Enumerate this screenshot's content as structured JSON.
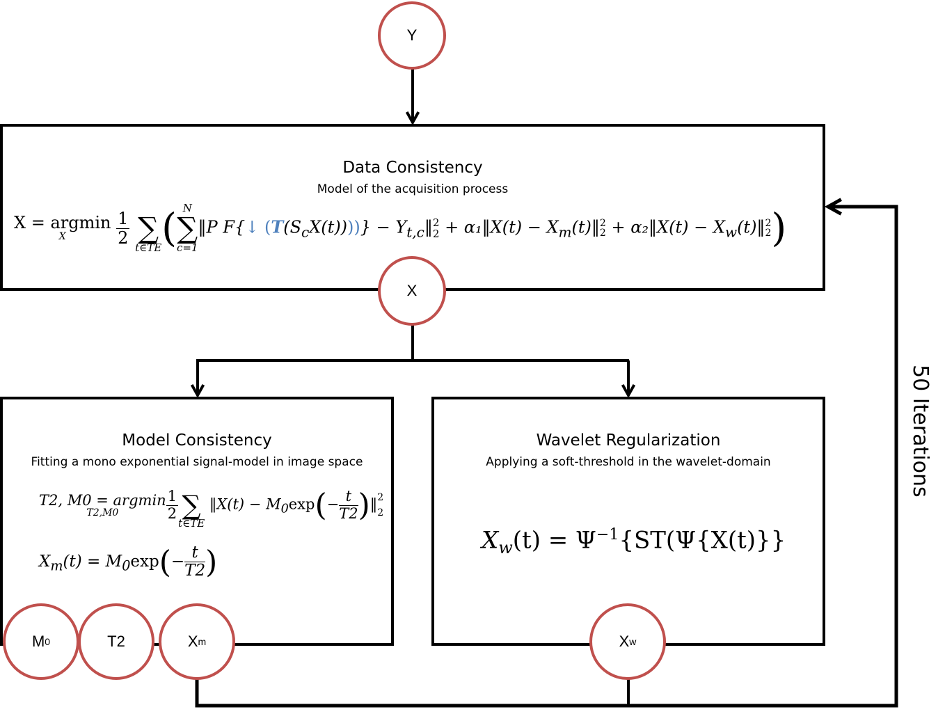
{
  "nodes": {
    "y": "Y",
    "x": "X",
    "m0": {
      "base": "M",
      "sub": "0"
    },
    "t2": "T2",
    "xm": {
      "base": "X",
      "sub": "m"
    },
    "xw": {
      "base": "X",
      "sub": "w"
    }
  },
  "data_consistency": {
    "title": "Data Consistency",
    "subtitle": "Model of the acquisition process",
    "equation": {
      "lhs": "X = argmin",
      "argmin_sub": "X",
      "half_num": "1",
      "half_den": "2",
      "outer_sum_sub": "t∈TE",
      "inner_sum_sup": "N",
      "inner_sum_sub": "c=1",
      "term1_prefix": "‖P F{",
      "term1_blue_arrow": "↓ (",
      "term1_blue_T": "T",
      "term1_inner": "(S",
      "term1_inner_sub": "c",
      "term1_inner_rest": "X(t))",
      "term1_blue_close": "))",
      "term1_suffix": "} − Y",
      "term1_suffix_sub": "t,c",
      "term1_norm": "‖",
      "term1_norm_sup": "2",
      "term1_norm_sub": "2",
      "term2": "+ α₁‖X(t) − X",
      "term2_sub": "m",
      "term2_rest": "(t)‖",
      "term3": "+ α₂‖X(t) − X",
      "term3_sub": "w",
      "term3_rest": "(t)‖",
      "norm_sup": "2",
      "norm_sub": "2"
    }
  },
  "model_consistency": {
    "title": "Model Consistency",
    "subtitle": "Fitting a mono exponential signal-model in image space",
    "equation1": {
      "lhs": "T2, M0 = argmin",
      "argmin_sub": "T2,M0",
      "half_num": "1",
      "half_den": "2",
      "sum_sub": "t∈TE",
      "body_start": "‖X(t) −  M",
      "body_sub": "0",
      "body_exp": "exp",
      "frac_num": "t",
      "frac_den": "T2",
      "norm_sup": "2",
      "norm_sub": "2"
    },
    "equation2": {
      "lhs": "X",
      "lhs_sub": "m",
      "lhs_rest": "(t) =  M",
      "body_sub": "0",
      "body_exp": "exp",
      "frac_num": "t",
      "frac_den": "T2"
    }
  },
  "wavelet_regularization": {
    "title": "Wavelet Regularization",
    "subtitle": "Applying a soft-threshold in the wavelet-domain",
    "equation": {
      "lhs": "X",
      "lhs_sub": "w",
      "lhs_rest": "(t) = Ψ",
      "sup": "−1",
      "rhs": "{ST(Ψ{X(t)}}"
    }
  },
  "loop_label": "50 Iterations",
  "colors": {
    "node_border": "#c0504d",
    "accent_blue": "#4f81bd",
    "line": "#000000"
  }
}
